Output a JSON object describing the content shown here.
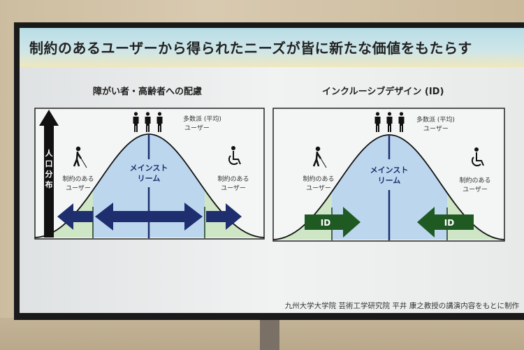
{
  "title": "制約のあるユーザーから得られたニーズが皆に新たな価値をもたらす",
  "left_panel": {
    "heading": "障がい者・高齢者への配慮",
    "axis_label": [
      "人",
      "口",
      "分",
      "布"
    ],
    "majority_label": [
      "多数派 (平均)",
      "ユーザー"
    ],
    "mainstream_label": [
      "メインスト",
      "リーム"
    ],
    "constrained_left": [
      "制約のある",
      "ユーザー"
    ],
    "constrained_right": [
      "制約のある",
      "ユーザー"
    ]
  },
  "right_panel": {
    "heading": "インクルーシブデザイン (ID)",
    "majority_label": [
      "多数派 (平均)",
      "ユーザー"
    ],
    "mainstream_label": [
      "メインスト",
      "リーム"
    ],
    "constrained_left": [
      "制約のある",
      "ユーザー"
    ],
    "constrained_right": [
      "制約のある",
      "ユーザー"
    ],
    "arrow_left_label": "ID",
    "arrow_right_label": "ID"
  },
  "footer": "九州大学大学院 芸術工学研究院 平井 康之教授の講演内容をもとに制作",
  "colors": {
    "navy": "#1e2e6e",
    "green": "#1f5a23",
    "mainstream": "#bcd6ee",
    "tail": "#cfe6c6"
  }
}
